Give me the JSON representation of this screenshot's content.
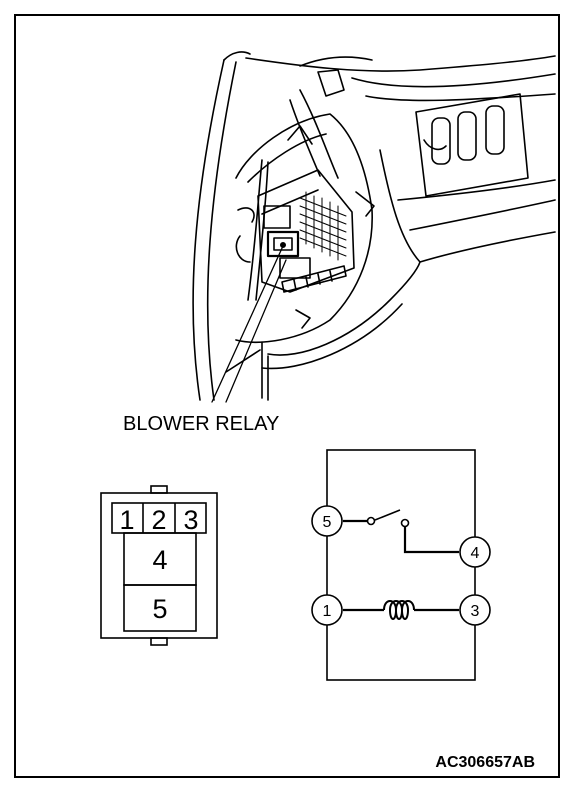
{
  "figure_id": "AC306657AB",
  "callout_label": "BLOWER RELAY",
  "connector": {
    "top_pins": [
      "1",
      "2",
      "3"
    ],
    "mid_pin": "4",
    "bottom_pin": "5"
  },
  "schematic": {
    "switch_common_pin": "5",
    "switch_output_pin": "4",
    "coil_pin_left": "1",
    "coil_pin_right": "3"
  }
}
